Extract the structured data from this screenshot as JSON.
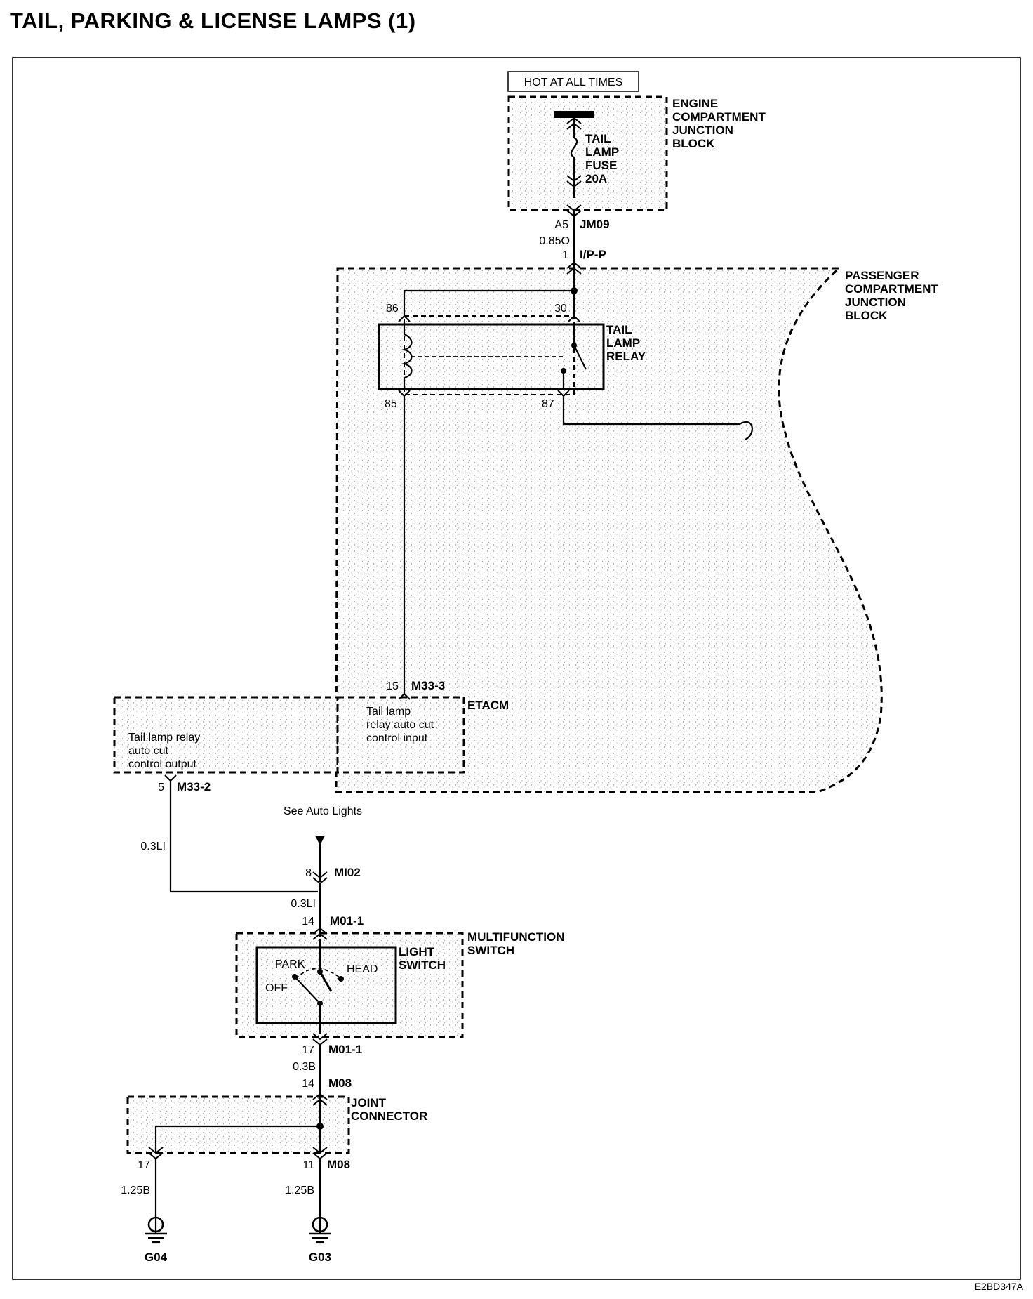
{
  "title": "TAIL, PARKING & LICENSE LAMPS (1)",
  "figure_id": "E2BD347A",
  "power": {
    "label": "HOT AT ALL TIMES"
  },
  "engine_block": {
    "name_lines": [
      "ENGINE",
      "COMPARTMENT",
      "JUNCTION",
      "BLOCK"
    ],
    "fuse_lines": [
      "TAIL",
      "LAMP",
      "FUSE",
      "20A"
    ]
  },
  "connector_jm09": {
    "pin": "A5",
    "name": "JM09"
  },
  "wire_1": "0.85O",
  "connector_ipp": {
    "pin": "1",
    "name": "I/P-P"
  },
  "passenger_block": {
    "name_lines": [
      "PASSENGER",
      "COMPARTMENT",
      "JUNCTION",
      "BLOCK"
    ]
  },
  "relay": {
    "name_lines": [
      "TAIL",
      "LAMP",
      "RELAY"
    ],
    "pins": {
      "p86": "86",
      "p30": "30",
      "p85": "85",
      "p87": "87"
    }
  },
  "connector_m33_3": {
    "pin": "15",
    "name": "M33-3"
  },
  "etacm": {
    "name": "ETACM",
    "input_lines": [
      "Tail lamp",
      "relay auto cut",
      "control input"
    ],
    "output_lines": [
      "Tail lamp relay",
      "auto cut",
      "control output"
    ]
  },
  "connector_m33_2": {
    "pin": "5",
    "name": "M33-2"
  },
  "wire_2": "0.3LI",
  "see_note": "See Auto Lights",
  "connector_mi02": {
    "pin": "8",
    "name": "MI02"
  },
  "wire_3": "0.3LI",
  "connector_m01_top": {
    "pin": "14",
    "name": "M01-1"
  },
  "multifunction": {
    "name_lines": [
      "MULTIFUNCTION",
      "SWITCH"
    ],
    "switch_lines": [
      "LIGHT",
      "SWITCH"
    ],
    "positions": {
      "park": "PARK",
      "head": "HEAD",
      "off": "OFF"
    }
  },
  "connector_m01_bottom": {
    "pin": "17",
    "name": "M01-1"
  },
  "wire_4": "0.3B",
  "connector_m08_top": {
    "pin": "14",
    "name": "M08"
  },
  "joint": {
    "name_lines": [
      "JOINT",
      "CONNECTOR"
    ]
  },
  "connector_m08_left": {
    "pin": "17"
  },
  "connector_m08_right": {
    "pin": "11",
    "name": "M08"
  },
  "wire_g04": "1.25B",
  "wire_g03": "1.25B",
  "grounds": {
    "g04": "G04",
    "g03": "G03"
  }
}
